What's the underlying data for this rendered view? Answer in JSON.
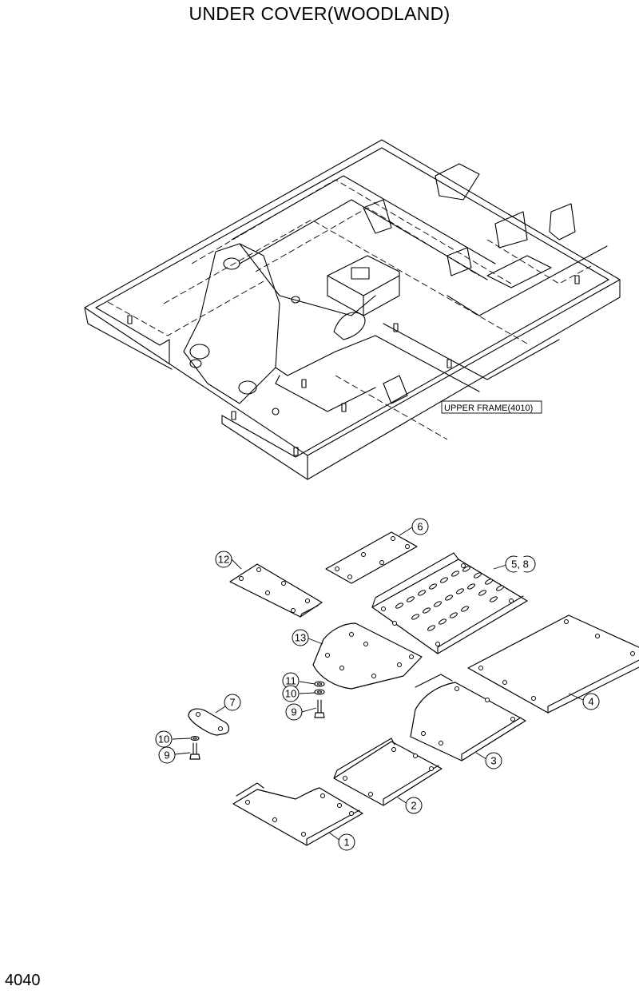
{
  "title": "UNDER COVER(WOODLAND)",
  "page_number": "4040",
  "reference_label": "UPPER FRAME(4010)",
  "callouts": [
    "1",
    "2",
    "3",
    "4",
    "5, 8",
    "6",
    "7",
    "9",
    "9",
    "10",
    "10",
    "11",
    "12",
    "13"
  ]
}
